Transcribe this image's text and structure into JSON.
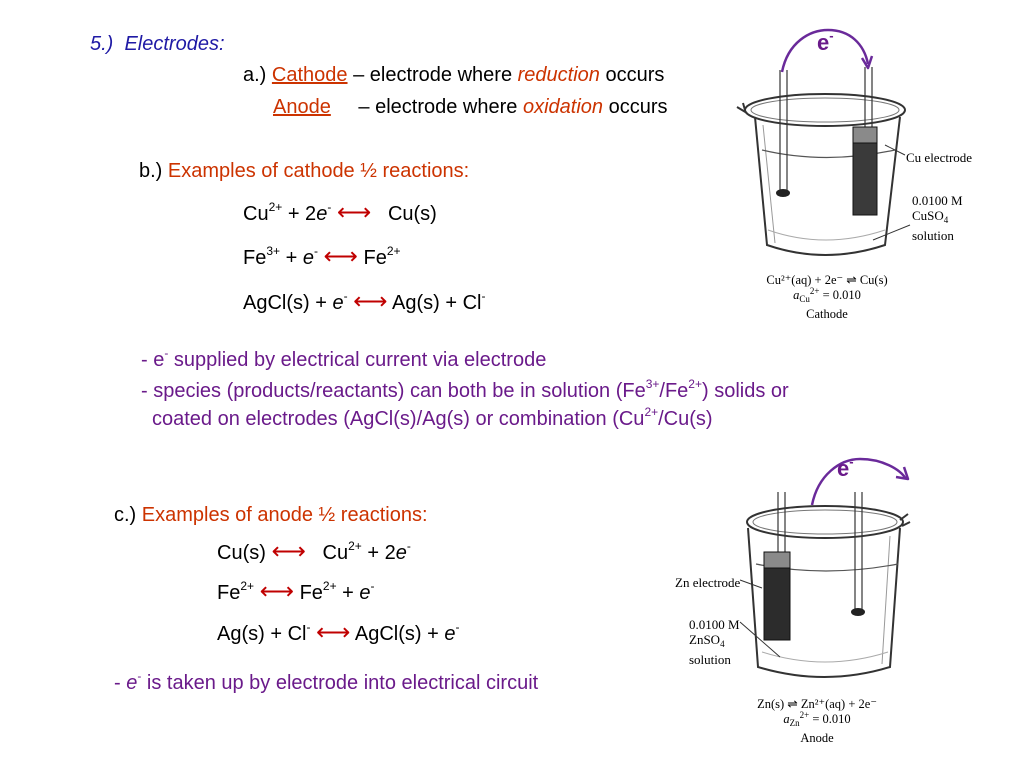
{
  "section": {
    "number": "5.)",
    "title": "Electrodes:"
  },
  "definitions": {
    "a_prefix": "a.)",
    "cathode_term": "Cathode",
    "cathode_mid": "– electrode where",
    "cathode_kw": "reduction",
    "cathode_end": "occurs",
    "anode_term": "Anode",
    "anode_mid": "– electrode where",
    "anode_kw": "oxidation",
    "anode_end": "occurs"
  },
  "cathode_section": {
    "prefix": "b.)",
    "heading": "Examples of cathode ½ reactions:",
    "reactions": [
      {
        "lhs": "Cu",
        "lhs_sup": "2+",
        "lhs2": " + 2",
        "e": "e",
        "e_sup": "-",
        "rhs": "Cu(s)"
      },
      {
        "lhs": "Fe",
        "lhs_sup": "3+",
        "lhs2": " + ",
        "e": "e",
        "e_sup": "-",
        "rhs": "Fe",
        "rhs_sup": "2+"
      },
      {
        "lhs": "AgCl(s) + ",
        "e": "e",
        "e_sup": "-",
        "rhs": "Ag(s) + Cl",
        "rhs_sup": "-"
      }
    ],
    "note1": {
      "pre": "- e",
      "sup": "-",
      "text": " supplied by electrical current via electrode"
    },
    "note2": {
      "line1_a": "- species (products/reactants) can both be in solution (Fe",
      "line1_sup1": "3+",
      "line1_b": "/Fe",
      "line1_sup2": "2+",
      "line1_c": ") solids or",
      "line2_a": "coated on electrodes (AgCl(s)/Ag(s) or combination (Cu",
      "line2_sup": "2+",
      "line2_b": "/Cu(s)"
    }
  },
  "anode_section": {
    "prefix": "c.)",
    "heading": "Examples of anode ½ reactions:",
    "reactions": [
      {
        "lhs": "Cu(s)",
        "rhs": "Cu",
        "rhs_sup": "2+",
        "rhs2": " + 2",
        "e": "e",
        "e_sup": "-"
      },
      {
        "lhs": "Fe",
        "lhs_sup": "2+",
        "rhs": "Fe",
        "rhs_sup": "2+",
        "rhs2": " + ",
        "e": "e",
        "e_sup": "-"
      },
      {
        "lhs": "Ag(s) + Cl",
        "lhs_sup": "-",
        "rhs": "AgCl(s) + ",
        "e": "e",
        "e_sup": "-"
      }
    ],
    "note": {
      "pre": "- ",
      "e": "e",
      "sup": "-",
      "text": " is taken up by electrode into electrical circuit"
    }
  },
  "cathode_figure": {
    "electron": "e",
    "electron_sup": "-",
    "electrode_label": "Cu electrode",
    "solution_line1": "0.0100 M",
    "solution_line2": "CuSO",
    "solution_sub": "4",
    "solution_line3": "solution",
    "caption_line1": "Cu²⁺(aq) + 2e⁻ ⇌ Cu(s)",
    "caption_activity": "a",
    "caption_activity_sub": "Cu",
    "caption_activity_sup": "2+",
    "caption_activity_val": " = 0.010",
    "caption_label": "Cathode"
  },
  "anode_figure": {
    "electron": "e",
    "electron_sup": "-",
    "electrode_label": "Zn electrode",
    "solution_line1": "0.0100 M",
    "solution_line2": "ZnSO",
    "solution_sub": "4",
    "solution_line3": "solution",
    "caption_line1": "Zn(s) ⇌ Zn²⁺(aq) + 2e⁻",
    "caption_activity": "a",
    "caption_activity_sub": "Zn",
    "caption_activity_sup": "2+",
    "caption_activity_val": " = 0.010",
    "caption_label": "Anode"
  }
}
